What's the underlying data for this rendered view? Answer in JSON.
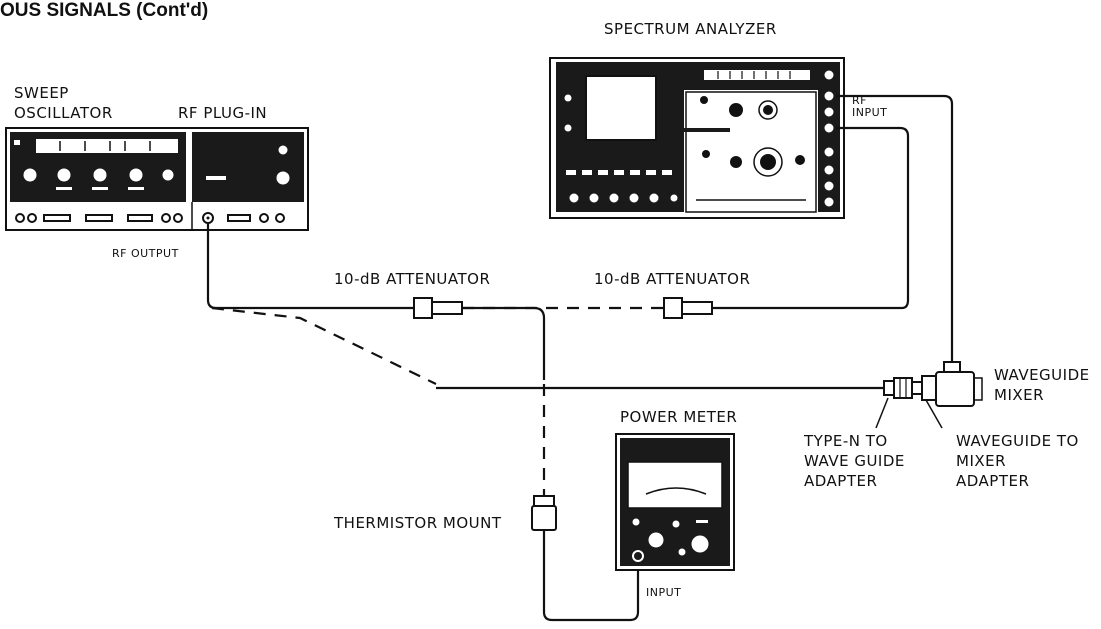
{
  "header": {
    "title": "OUS SIGNALS (Cont'd)"
  },
  "labels": {
    "spectrum_analyzer": "SPECTRUM ANALYZER",
    "sweep": "SWEEP",
    "oscillator": "OSCILLATOR",
    "rf_plug_in": "RF PLUG-IN",
    "rf_output": "RF OUTPUT",
    "rf_input_1": "RF",
    "rf_input_2": "INPUT",
    "attenuator_left": "10-dB ATTENUATOR",
    "attenuator_right": "10-dB ATTENUATOR",
    "power_meter": "POWER METER",
    "thermistor_mount": "THERMISTOR MOUNT",
    "power_meter_input": "INPUT",
    "waveguide_mixer_1": "WAVEGUIDE",
    "waveguide_mixer_2": "MIXER",
    "typen_1": "TYPE-N TO",
    "typen_2": "WAVE GUIDE",
    "typen_3": "ADAPTER",
    "wgmix_1": "WAVEGUIDE TO",
    "wgmix_2": "MIXER",
    "wgmix_3": "ADAPTER"
  }
}
